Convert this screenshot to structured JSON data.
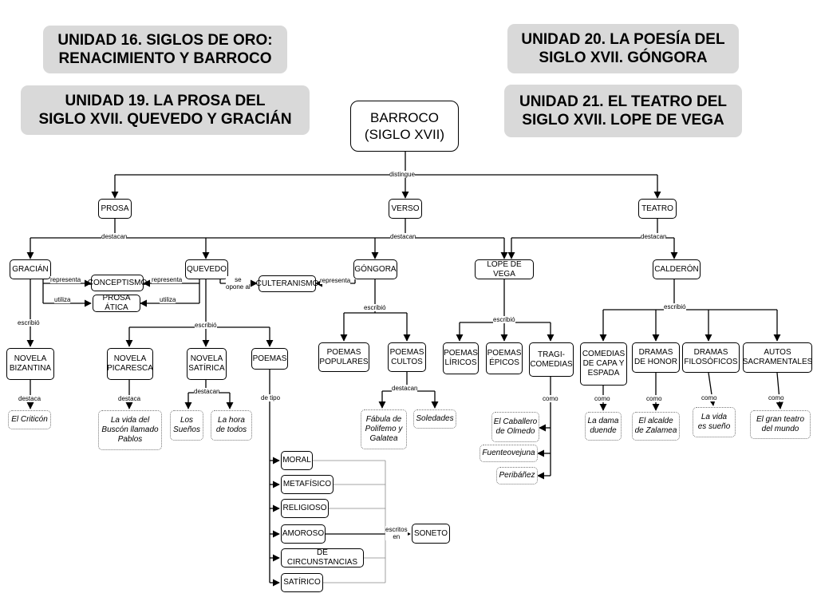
{
  "banners": {
    "u16": [
      "UNIDAD 16. SIGLOS DE ORO:",
      "RENACIMIENTO Y BARROCO"
    ],
    "u19": [
      "UNIDAD 19. LA PROSA DEL",
      "SIGLO  XVII. QUEVEDO Y GRACIÁN"
    ],
    "u20": [
      "UNIDAD 20. LA POESÍA DEL",
      "SIGLO XVII. GÓNGORA"
    ],
    "u21": [
      "UNIDAD 21. EL TEATRO DEL",
      "SIGLO XVII. LOPE DE VEGA"
    ]
  },
  "root": [
    "BARROCO",
    "(SIGLO XVII)"
  ],
  "nodes": {
    "prosa": "PROSA",
    "verso": "VERSO",
    "teatro": "TEATRO",
    "gracian": "GRACIÁN",
    "quevedo": "QUEVEDO",
    "gongora": "GÓNGORA",
    "lope": "LOPE DE VEGA",
    "calderon": "CALDERÓN",
    "conceptismo": "CONCEPTISMO",
    "prosa_atica": "PROSA ÁTICA",
    "culteranismo": "CULTERANISMO",
    "novela_bizantina": [
      "NOVELA",
      "BIZANTINA"
    ],
    "novela_picaresca": [
      "NOVELA",
      "PICARESCA"
    ],
    "novela_satirica": [
      "NOVELA",
      "SATÍRICA"
    ],
    "poemas": "POEMAS",
    "poemas_populares": [
      "POEMAS",
      "POPULARES"
    ],
    "poemas_cultos": [
      "POEMAS",
      "CULTOS"
    ],
    "poemas_liricos": [
      "POEMAS",
      "LÍRICOS"
    ],
    "poemas_epicos": [
      "POEMAS",
      "ÉPICOS"
    ],
    "tragicomedias": [
      "TRAGI-",
      "COMEDIAS"
    ],
    "comedias_capa": [
      "COMEDIAS",
      "DE CAPA Y",
      "ESPADA"
    ],
    "dramas_honor": [
      "DRAMAS",
      "DE HONOR"
    ],
    "dramas_filosoficos": [
      "DRAMAS",
      "FILOSÓFICOS"
    ],
    "autos": [
      "AUTOS",
      "SACRAMENTALES"
    ],
    "moral": "MORAL",
    "metafisico": "METAFÍSICO",
    "religioso": "RELIGIOSO",
    "amoroso": "AMOROSO",
    "circunstancias": "DE CIRCUNSTANCIAS",
    "satirico": "SATÍRICO",
    "soneto": "SONETO"
  },
  "works": {
    "criticon": [
      "El Criticón"
    ],
    "buscon": [
      "La vida del",
      "Buscón llamado",
      "Pablos"
    ],
    "suenos": [
      "Los",
      "Sueños"
    ],
    "hora": [
      "La hora",
      "de todos"
    ],
    "polifemo": [
      "Fábula de",
      "Polifemo y",
      "Galatea"
    ],
    "soledades": [
      "Soledades"
    ],
    "caballero": [
      "El Caballero",
      "de Olmedo"
    ],
    "fuenteovejuna": [
      "Fuenteovejuna"
    ],
    "peribanez": [
      "Peribáñez"
    ],
    "dama_duende": [
      "La dama",
      "duende"
    ],
    "alcalde": [
      "El alcalde",
      "de Zalamea"
    ],
    "vida_sueno": [
      "La vida",
      "es sueño"
    ],
    "gran_teatro": [
      "El gran teatro",
      "del mundo"
    ]
  },
  "labels": {
    "distingue": "distingue",
    "destacan": "destacan",
    "representa": "representa",
    "utiliza": "utiliza",
    "se_opone_al": [
      "se",
      "opone al"
    ],
    "escribio": "escribió",
    "destaca": "destaca",
    "de_tipo": "de tipo",
    "como": "como",
    "escritos_en": [
      "escritos",
      "en"
    ]
  }
}
